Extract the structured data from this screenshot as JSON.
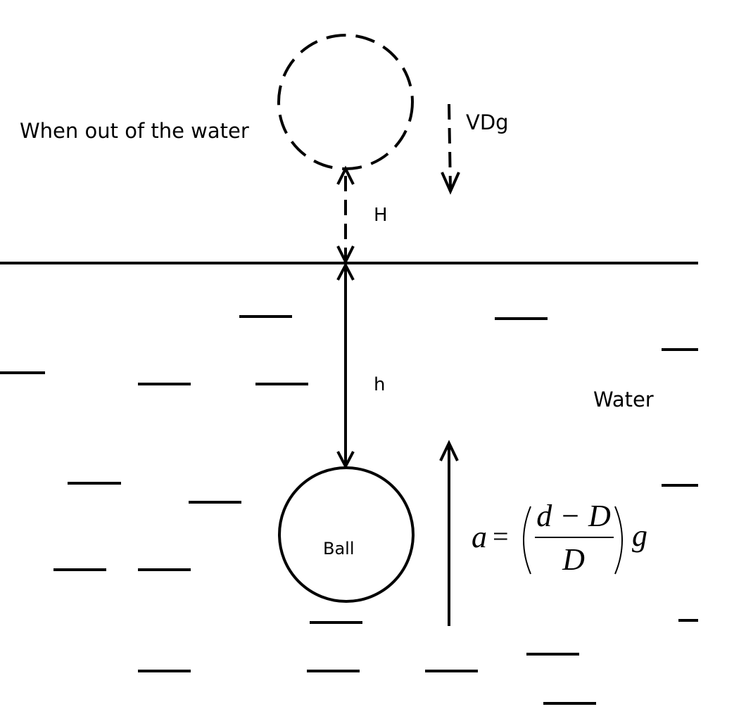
{
  "labels": {
    "out_of_water": "When out of the water",
    "weight_force": "VDg",
    "height_above": "H",
    "depth_below": "h",
    "water": "Water",
    "ball": "Ball"
  },
  "formula": {
    "lhs": "a",
    "equals": "=",
    "numerator": "d − D",
    "denominator": "D",
    "factor": "g"
  }
}
